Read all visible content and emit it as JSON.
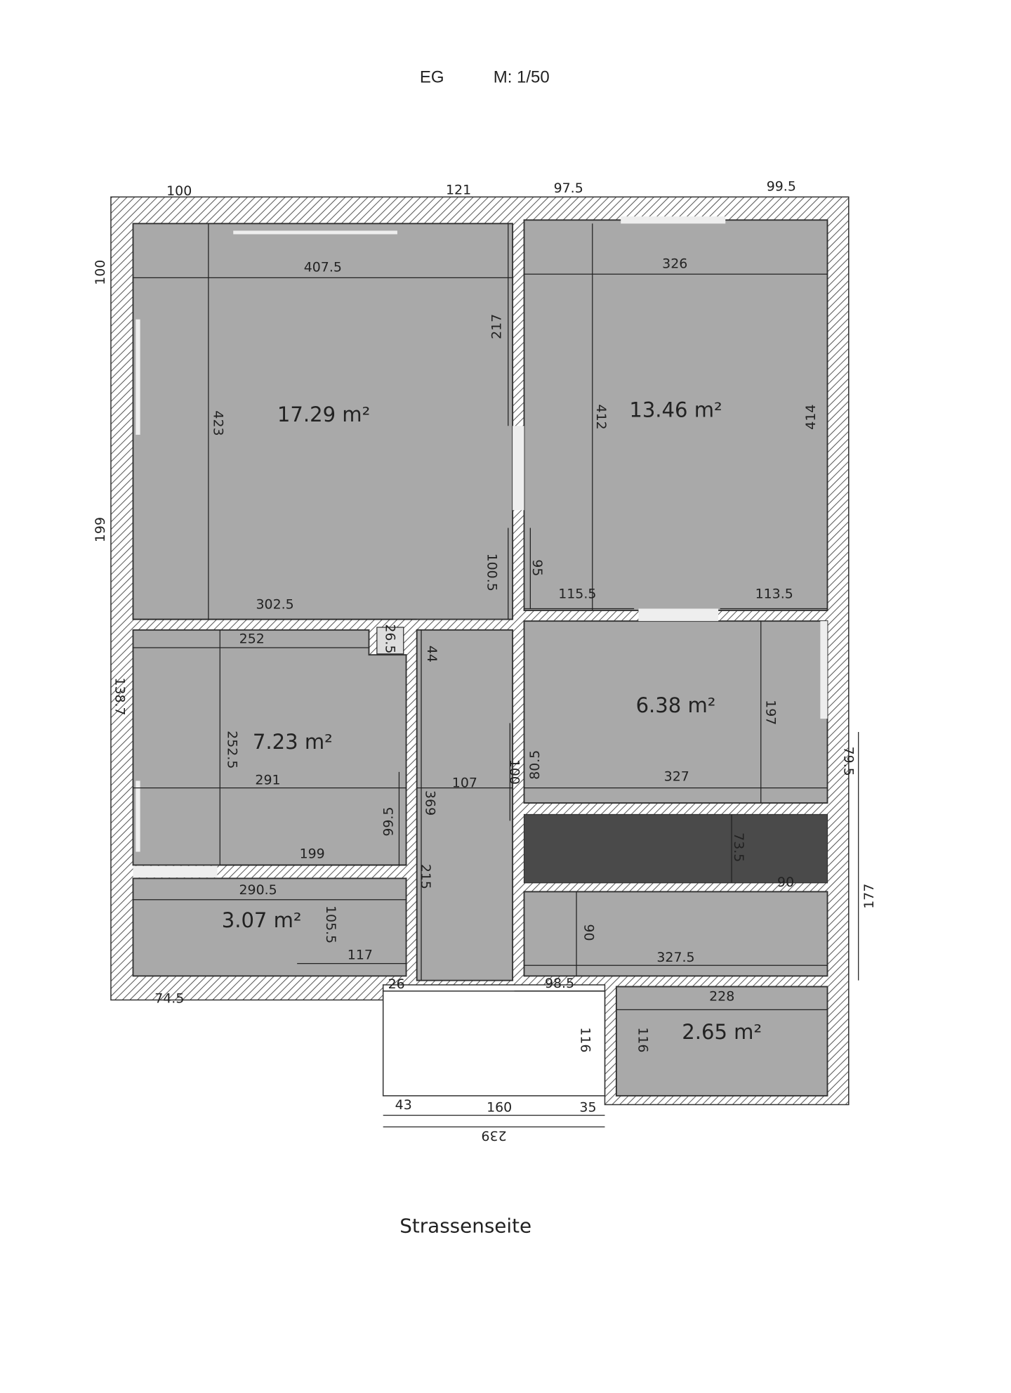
{
  "header": {
    "floor": "EG",
    "scale": "M: 1/50"
  },
  "footer": {
    "street_side": "Strassenseite"
  },
  "colors": {
    "room_fill": "#a9a9a9",
    "dark_room_fill": "#4a4a4a",
    "wall_hatch": "#555555"
  },
  "areas": [
    "17.29 m²",
    "13.46 m²",
    "7.23 m²",
    "6.38 m²",
    "3.07 m²",
    "2.65 m²"
  ],
  "dims": [
    "100",
    "121",
    "97.5",
    "99.5",
    "100",
    "407.5",
    "326",
    "217",
    "423",
    "412",
    "414",
    "199",
    "100.5",
    "95",
    "302.5",
    "115.5",
    "113.5",
    "252",
    "26.5",
    "44",
    "138.7",
    "252.5",
    "291",
    "107",
    "100",
    "80.5",
    "327",
    "197",
    "79.5",
    "369",
    "99.5",
    "199",
    "73.5",
    "90",
    "215",
    "177",
    "290.5",
    "105.5",
    "117",
    "90",
    "327.5",
    "74.5",
    "26",
    "98.5",
    "228",
    "116",
    "116",
    "43",
    "160",
    "35",
    "239"
  ]
}
